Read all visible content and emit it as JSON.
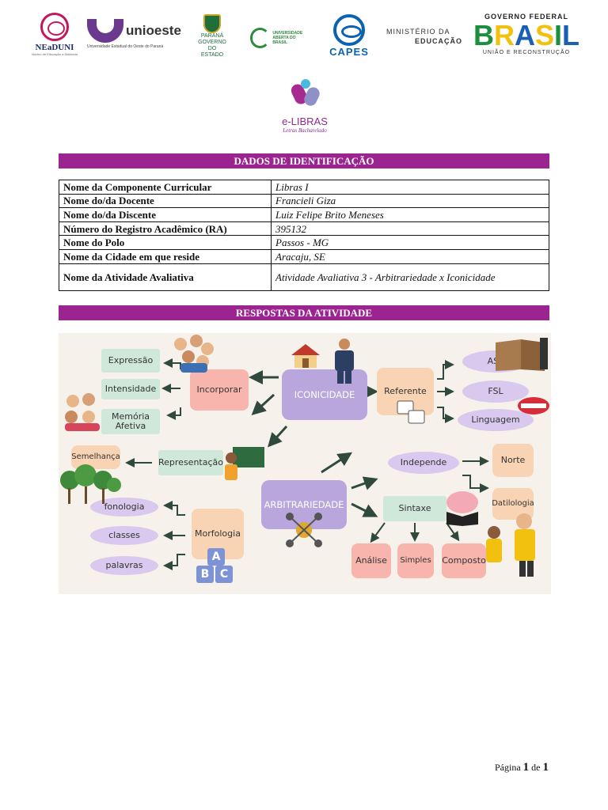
{
  "logos": {
    "neaduni": {
      "name": "NEaDUNI",
      "subtitle": "Núcleo de Educação a Distância"
    },
    "unioeste": {
      "name": "unioeste",
      "subtitle": "Universidade Estadual do Oeste do Paraná"
    },
    "parana": {
      "line1": "PARANÁ",
      "line2": "GOVERNO",
      "line3": "DO ESTADO"
    },
    "uab": {
      "line1": "UNIVERSIDADE",
      "line2": "ABERTA DO BRASIL"
    },
    "capes": {
      "name": "CAPES"
    },
    "mec": {
      "line1": "MINISTÉRIO DA",
      "line2": "EDUCAÇÃO"
    },
    "gov": {
      "top": "GOVERNO FEDERAL",
      "word": "BRASIL",
      "bottom": "UNIÃO E RECONSTRUÇÃO"
    },
    "elibras": {
      "name": "e-LIBRAS",
      "subtitle": "Letras Bacharelado"
    }
  },
  "colors": {
    "accent": "#9b2490",
    "gov_letters": [
      "#1b8f3e",
      "#f2c10f",
      "#1b5fb4",
      "#f2c10f",
      "#1b8f3e",
      "#1b5fb4"
    ]
  },
  "sections": {
    "ident_title": "DADOS DE IDENTIFICAÇÃO",
    "answers_title": "RESPOSTAS DA ATIVIDADE"
  },
  "ident_rows": [
    {
      "label": "Nome da Componente Curricular",
      "value": "Libras I"
    },
    {
      "label": "Nome do/da Docente",
      "value": "Francieli Giza"
    },
    {
      "label": "Nome do/da Discente",
      "value": "Luiz Felipe Brito Meneses"
    },
    {
      "label": "Número do Registro Acadêmico (RA)",
      "value": "395132"
    },
    {
      "label": "Nome do Polo",
      "value": "Passos - MG"
    },
    {
      "label": "Nome da Cidade em que reside",
      "value": "Aracaju, SE"
    },
    {
      "label": "Nome da Atividade Avaliativa",
      "value": " Atividade Avaliativa 3 - Arbitrariedade x Iconicidade"
    }
  ],
  "mindmap": {
    "iconicidade": "ICONICIDADE",
    "arbitrariedade": "ARBITRARIEDADE",
    "incorporar": "Incorporar",
    "expressao": "Expressão",
    "intensidade": "Intensidade",
    "memoria": "Memória Afetiva",
    "referente": "Referente",
    "asl": "ASL",
    "fsl": "FSL",
    "linguagem": "Linguagem",
    "representacao": "Representação",
    "semelhanca": "Semelhança",
    "morfologia": "Morfologia",
    "fonologia": "fonologia",
    "classes": "classes",
    "palavras": "palavras",
    "independe": "Independe",
    "norte": "Norte",
    "sintaxe": "Sintaxe",
    "datilologia": "Datilologia",
    "analise": "Análise",
    "simples": "Simples",
    "composto": "Composto",
    "abc": [
      "A",
      "B",
      "C"
    ]
  },
  "footer": {
    "prefix": "Página",
    "page": "1",
    "sep": "de",
    "total": "1"
  }
}
